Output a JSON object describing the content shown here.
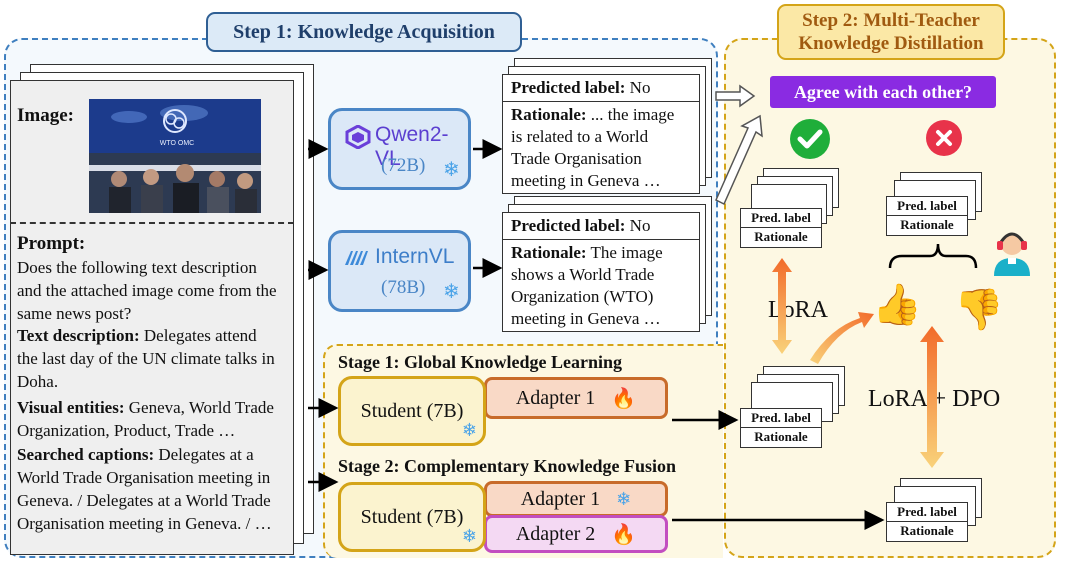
{
  "step1": {
    "title": "Step 1:  Knowledge Acquisition"
  },
  "step2": {
    "title_line1": "Step 2:  Multi-Teacher",
    "title_line2": "Knowledge Distillation"
  },
  "input": {
    "image_label": "Image:",
    "image_caption": "WTO OMC",
    "prompt_label": "Prompt:",
    "prompt_text_l1": "Does the following text description",
    "prompt_text_l2": "and the attached image come from the",
    "prompt_text_l3": "same news post?",
    "text_desc_label": "Text description:",
    "text_desc_l1": " Delegates attend",
    "text_desc_l2": "the last day of the UN climate talks in",
    "text_desc_l3": "Doha.",
    "visual_label": "Visual entities:",
    "visual_l1": " Geneva, World Trade",
    "visual_l2": "Organization, Product, Trade …",
    "captions_label": "Searched captions:",
    "captions_l1": " Delegates at a",
    "captions_l2": "World Trade Organisation meeting in",
    "captions_l3": "Geneva. / Delegates at a World Trade",
    "captions_l4": "Organisation meeting in Geneva. / …"
  },
  "models": [
    {
      "name": "Qwen2-VL",
      "size": "(72B)"
    },
    {
      "name": "InternVL",
      "size": "(78B)"
    }
  ],
  "outputs": [
    {
      "pred_label": "Predicted label:",
      "pred_value": " No",
      "rationale_label": "Rationale:",
      "l1": " ... the image",
      "l2": "is related to a World",
      "l3": "Trade Organisation",
      "l4": "meeting in Geneva …"
    },
    {
      "pred_label": "Predicted label:",
      "pred_value": " No",
      "rationale_label": "Rationale:",
      "l1": " The image",
      "l2": "shows a World Trade",
      "l3": "Organization (WTO)",
      "l4": "meeting in Geneva …"
    }
  ],
  "agree": "Agree with each other?",
  "cards": {
    "pred": "Pred. label",
    "rationale": "Rationale"
  },
  "lora": "LoRA",
  "lora_dpo": "LoRA + DPO",
  "stage1": {
    "title": "Stage 1: Global Knowledge Learning",
    "student": "Student (7B)",
    "adapter": "Adapter 1"
  },
  "stage2": {
    "title": "Stage 2: Complementary Knowledge Fusion",
    "student": "Student (7B)",
    "adapter1": "Adapter 1",
    "adapter2": "Adapter 2"
  },
  "colors": {
    "blue": "#3f7fbf",
    "gold": "#d4a418",
    "green": "#1fae3a",
    "red": "#e8334a",
    "purple": "#8a2be2"
  },
  "icons": [
    "snowflake-icon",
    "fire-icon",
    "check-icon",
    "cross-icon",
    "thumbs-up-icon",
    "thumbs-down-icon",
    "annotator-icon",
    "qwen-logo",
    "internvl-logo"
  ]
}
